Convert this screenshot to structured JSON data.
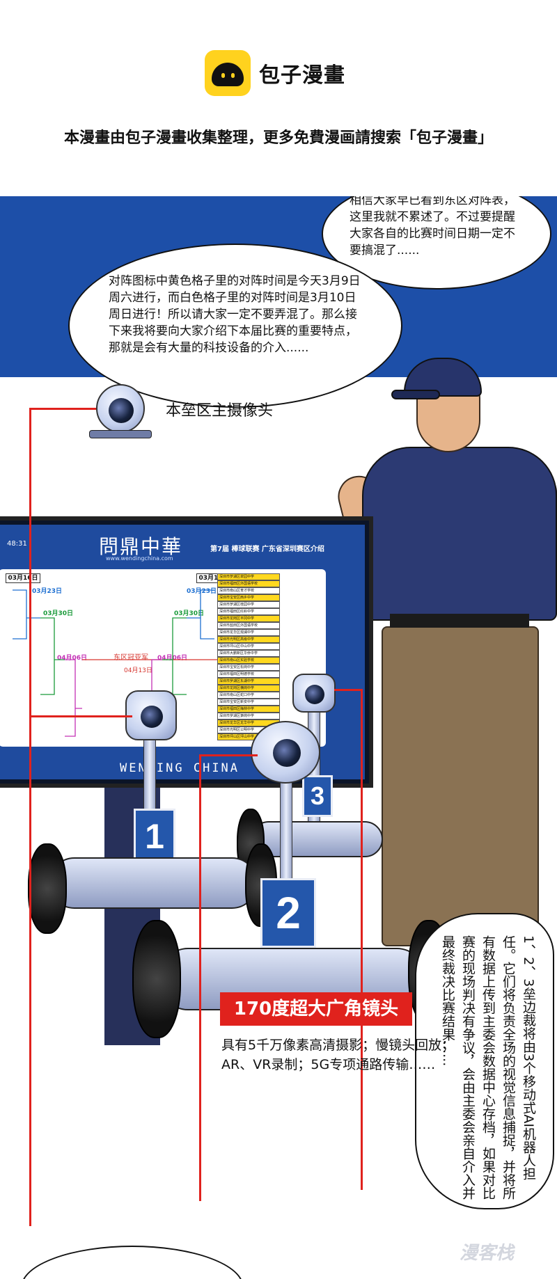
{
  "header": {
    "brand_name": "包子漫畫",
    "tagline": "本漫畫由包子漫畫收集整理，更多免費漫画請搜索「包子漫畫」"
  },
  "bubbles": {
    "top_right": "相信大家早已看到东区对阵表，这里我就不累述了。不过要提醒大家各自的比赛时间日期一定不要搞混了......",
    "middle_left": "对阵图标中黄色格子里的对阵时间是今天3月9日周六进行，而白色格子里的对阵时间是3月10日周日进行！所以请大家一定不要弄混了。那么接下来我将要向大家介绍下本届比赛的重要特点，那就是会有大量的科技设备的介入......",
    "vertical": "1、2、3垒边裁将由3个移动式AI机器人担任。它们将负责全场的视觉信息捕捉，并将所有数据上传到主委会数据中心存档，如果对比赛的现场判决有争议，会由主委会亲自介入并最终裁决比赛结果......"
  },
  "camera_label": "本垒区主摄像头",
  "screen": {
    "time": "48:31",
    "logo": "問鼎中華",
    "site": "www.wendingchina.com",
    "heading": "第7届 棒球联赛 广东省深圳赛区介绍",
    "footer": "WENDING CHINA",
    "left_date_box": "03月16日",
    "right_date_box": "03月16日",
    "round_dates": {
      "r2_left": "03月23日",
      "r2_right": "03月23日",
      "r3_left": "03月30日",
      "r3_right": "03月30日",
      "semi_left": "04月06日",
      "semi_right": "04月06日"
    },
    "champion_label": "东区冠亚军",
    "final_date": "04月13日",
    "right_teams": [
      "深圳市罗湖区翠园中学",
      "深圳市福田区外国语学校",
      "深圳市南山区育才学校",
      "深圳市宝安区西乡中学",
      "深圳市罗湖区桂园中学",
      "深圳市福田区红岭中学",
      "深圳市龙岗区平冈中学",
      "深圳市盐田区外国语学校",
      "深圳市龙华区观澜中学",
      "深圳市光明区高级中学",
      "深圳市坪山区中山中学",
      "深圳市大鹏新区华侨中学",
      "深圳市南山区实验学校",
      "深圳市宝安区松岗中学",
      "深圳市福田区明德学校",
      "深圳市罗湖区东湖中学",
      "深圳市龙岗区横岗中学",
      "深圳市南山区蛇口中学",
      "深圳市宝安区新安中学",
      "深圳市福田区梅林中学",
      "深圳市罗湖区笋岗中学",
      "深圳市龙华区龙华中学",
      "深圳市光明区公明中学",
      "深圳市坪山区坪山中学"
    ],
    "right_team_highlight": [
      true,
      true,
      false,
      true,
      false,
      false,
      true,
      false,
      false,
      true,
      false,
      false,
      true,
      false,
      false,
      true,
      true,
      false,
      false,
      true,
      false,
      true,
      false,
      true
    ]
  },
  "robots": {
    "tag_1": "1",
    "tag_2": "2",
    "tag_3": "3"
  },
  "callout": {
    "banner": "170度超大广角镜头",
    "spec_line_1": "具有5千万像素高清摄影；慢镜头回放；",
    "spec_line_2": "AR、VR录制；5G专项通路传输……"
  },
  "watermark": "漫客栈",
  "colors": {
    "sky": "#1d4fa8",
    "callout_red": "#e0221d",
    "brand_yellow": "#ffd21e",
    "slot_yellow": "#ffd81f"
  }
}
